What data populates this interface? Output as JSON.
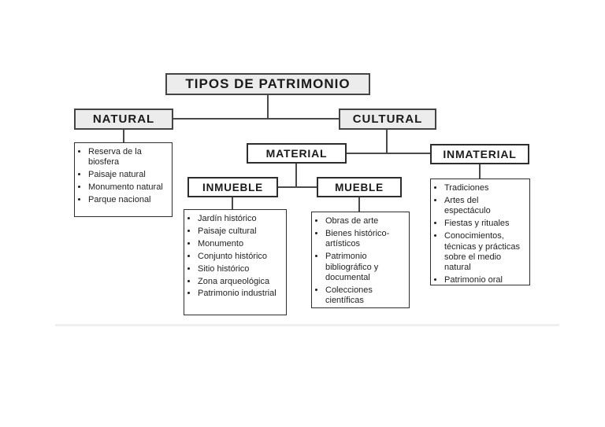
{
  "diagram": {
    "title": "TIPOS DE PATRIMONIO",
    "nodes": {
      "natural": {
        "label": "NATURAL",
        "items": [
          "Reserva de la biosfera",
          "Paisaje natural",
          "Monumento natural",
          "Parque nacional"
        ]
      },
      "cultural": {
        "label": "CULTURAL"
      },
      "material": {
        "label": "MATERIAL"
      },
      "inmaterial": {
        "label": "INMATERIAL",
        "items": [
          "Tradiciones",
          "Artes del espectáculo",
          "Fiestas y rituales",
          "Conocimientos, técnicas y prácticas sobre el medio natural",
          "Patrimonio oral"
        ]
      },
      "inmueble": {
        "label": "INMUEBLE",
        "items": [
          "Jardín histórico",
          "Paisaje cultural",
          "Monumento",
          "Conjunto histórico",
          "Sitio histórico",
          "Zona arqueológica",
          "Patrimonio industrial"
        ]
      },
      "mueble": {
        "label": "MUEBLE",
        "items": [
          "Obras de arte",
          "Bienes histórico-artísticos",
          "Patrimonio bibliográfico y documental",
          "Colecciones científicas"
        ]
      }
    },
    "colors": {
      "header_fill": "#ececec",
      "box_fill": "#ffffff",
      "border": "#2e2e2e",
      "line": "#4a4a4a",
      "text": "#1a1a1a",
      "background": "#ffffff"
    }
  }
}
